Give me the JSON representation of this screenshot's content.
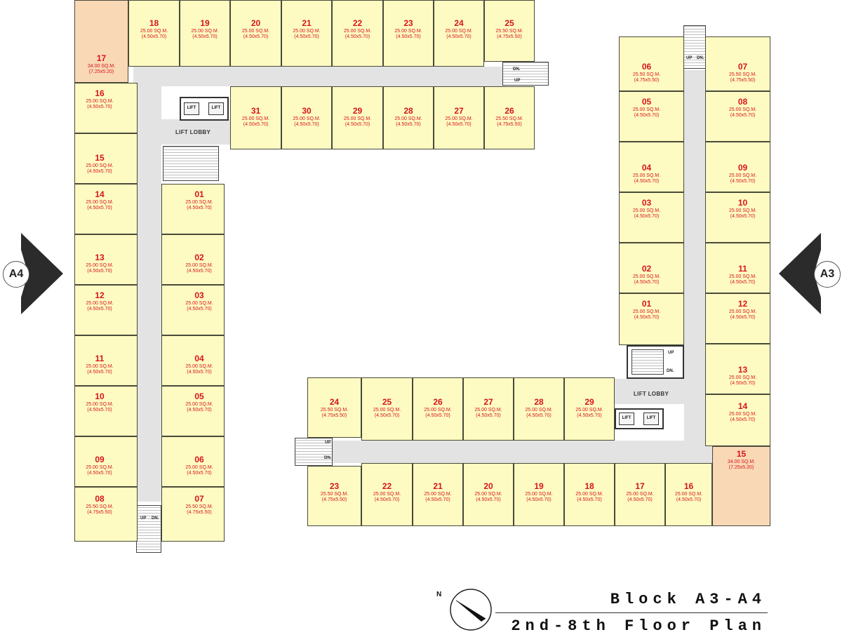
{
  "title_line1": "Block A3-A4",
  "title_line2": "2nd-8th Floor Plan",
  "compass_label": "N",
  "colors": {
    "unit": "#fdfbc2",
    "large_unit": "#f9d8b6",
    "label": "#d8141a",
    "corridor": "#e3e3e3"
  },
  "block_tags": {
    "left": "A4",
    "right": "A3"
  },
  "cores": {
    "lift": "LIFT",
    "lobby": "LIFT LOBBY",
    "up": "UP",
    "dn": "DN."
  },
  "units": [
    {
      "num": "18",
      "area": "25.00 SQ.M.",
      "dim": "(4.50x5.70)"
    },
    {
      "num": "19",
      "area": "25.00 SQ.M.",
      "dim": "(4.50x5.70)"
    },
    {
      "num": "20",
      "area": "25.00 SQ.M.",
      "dim": "(4.50x5.70)"
    },
    {
      "num": "21",
      "area": "25.00 SQ.M.",
      "dim": "(4.50x5.70)"
    },
    {
      "num": "22",
      "area": "25.00 SQ.M.",
      "dim": "(4.50x5.70)"
    },
    {
      "num": "23",
      "area": "25.00 SQ.M.",
      "dim": "(4.50x5.70)"
    },
    {
      "num": "24",
      "area": "25.00 SQ.M.",
      "dim": "(4.50x5.70)"
    },
    {
      "num": "25",
      "area": "25.50 SQ.M.",
      "dim": "(4.75x5.50)"
    },
    {
      "num": "31",
      "area": "25.00 SQ.M.",
      "dim": "(4.50x5.70)"
    },
    {
      "num": "30",
      "area": "25.00 SQ.M.",
      "dim": "(4.50x5.70)"
    },
    {
      "num": "29",
      "area": "25.00 SQ.M.",
      "dim": "(4.50x5.70)"
    },
    {
      "num": "28",
      "area": "25.00 SQ.M.",
      "dim": "(4.50x5.70)"
    },
    {
      "num": "27",
      "area": "25.00 SQ.M.",
      "dim": "(4.50x5.70)"
    },
    {
      "num": "26",
      "area": "25.50 SQ.M.",
      "dim": "(4.75x5.50)"
    },
    {
      "num": "17",
      "area": "34.00 SQ.M.",
      "dim": "(7.25x5.20)"
    },
    {
      "num": "16",
      "area": "25.00 SQ.M.",
      "dim": "(4.50x5.70)"
    },
    {
      "num": "15",
      "area": "25.00 SQ.M.",
      "dim": "(4.50x5.70)"
    },
    {
      "num": "14",
      "area": "25.00 SQ.M.",
      "dim": "(4.50x5.70)"
    },
    {
      "num": "13",
      "area": "25.00 SQ.M.",
      "dim": "(4.50x5.70)"
    },
    {
      "num": "12",
      "area": "25.00 SQ.M.",
      "dim": "(4.50x5.70)"
    },
    {
      "num": "11",
      "area": "25.00 SQ.M.",
      "dim": "(4.50x5.70)"
    },
    {
      "num": "10",
      "area": "25.00 SQ.M.",
      "dim": "(4.50x5.70)"
    },
    {
      "num": "09",
      "area": "25.00 SQ.M.",
      "dim": "(4.50x5.70)"
    },
    {
      "num": "08",
      "area": "25.50 SQ.M.",
      "dim": "(4.75x5.50)"
    },
    {
      "num": "01",
      "area": "25.00 SQ.M.",
      "dim": "(4.50x5.70)"
    },
    {
      "num": "02",
      "area": "25.00 SQ.M.",
      "dim": "(4.50x5.70)"
    },
    {
      "num": "03",
      "area": "25.00 SQ.M.",
      "dim": "(4.50x5.70)"
    },
    {
      "num": "04",
      "area": "25.00 SQ.M.",
      "dim": "(4.50x5.70)"
    },
    {
      "num": "05",
      "area": "25.00 SQ.M.",
      "dim": "(4.50x5.70)"
    },
    {
      "num": "06",
      "area": "25.00 SQ.M.",
      "dim": "(4.50x5.70)"
    },
    {
      "num": "07",
      "area": "25.50 SQ.M.",
      "dim": "(4.75x5.50)"
    },
    {
      "num": "06",
      "area": "25.50 SQ.M.",
      "dim": "(4.75x5.50)"
    },
    {
      "num": "05",
      "area": "25.00 SQ.M.",
      "dim": "(4.50x5.70)"
    },
    {
      "num": "04",
      "area": "25.00 SQ.M.",
      "dim": "(4.50x5.70)"
    },
    {
      "num": "03",
      "area": "25.00 SQ.M.",
      "dim": "(4.50x5.70)"
    },
    {
      "num": "02",
      "area": "25.00 SQ.M.",
      "dim": "(4.50x5.70)"
    },
    {
      "num": "01",
      "area": "25.00 SQ.M.",
      "dim": "(4.50x5.70)"
    },
    {
      "num": "07",
      "area": "25.50 SQ.M.",
      "dim": "(4.75x5.50)"
    },
    {
      "num": "08",
      "area": "25.00 SQ.M.",
      "dim": "(4.50x5.70)"
    },
    {
      "num": "09",
      "area": "25.00 SQ.M.",
      "dim": "(4.50x5.70)"
    },
    {
      "num": "10",
      "area": "25.00 SQ.M.",
      "dim": "(4.50x5.70)"
    },
    {
      "num": "11",
      "area": "25.00 SQ.M.",
      "dim": "(4.50x5.70)"
    },
    {
      "num": "12",
      "area": "25.00 SQ.M.",
      "dim": "(4.50x5.70)"
    },
    {
      "num": "13",
      "area": "25.00 SQ.M.",
      "dim": "(4.50x5.70)"
    },
    {
      "num": "14",
      "area": "25.00 SQ.M.",
      "dim": "(4.50x5.70)"
    },
    {
      "num": "15",
      "area": "34.00 SQ.M.",
      "dim": "(7.25x5.20)"
    },
    {
      "num": "24",
      "area": "25.50 SQ.M.",
      "dim": "(4.75x5.50)"
    },
    {
      "num": "25",
      "area": "25.00 SQ.M.",
      "dim": "(4.50x5.70)"
    },
    {
      "num": "26",
      "area": "25.00 SQ.M.",
      "dim": "(4.50x5.70)"
    },
    {
      "num": "27",
      "area": "25.00 SQ.M.",
      "dim": "(4.50x5.70)"
    },
    {
      "num": "28",
      "area": "25.00 SQ.M.",
      "dim": "(4.50x5.70)"
    },
    {
      "num": "29",
      "area": "25.00 SQ.M.",
      "dim": "(4.50x5.70)"
    },
    {
      "num": "23",
      "area": "25.50 SQ.M.",
      "dim": "(4.75x5.50)"
    },
    {
      "num": "22",
      "area": "25.00 SQ.M.",
      "dim": "(4.50x5.70)"
    },
    {
      "num": "21",
      "area": "25.00 SQ.M.",
      "dim": "(4.50x5.70)"
    },
    {
      "num": "20",
      "area": "25.00 SQ.M.",
      "dim": "(4.50x5.70)"
    },
    {
      "num": "19",
      "area": "25.00 SQ.M.",
      "dim": "(4.50x5.70)"
    },
    {
      "num": "18",
      "area": "25.00 SQ.M.",
      "dim": "(4.50x5.70)"
    },
    {
      "num": "17",
      "area": "25.00 SQ.M.",
      "dim": "(4.50x5.70)"
    },
    {
      "num": "16",
      "area": "25.00 SQ.M.",
      "dim": "(4.50x5.70)"
    }
  ]
}
